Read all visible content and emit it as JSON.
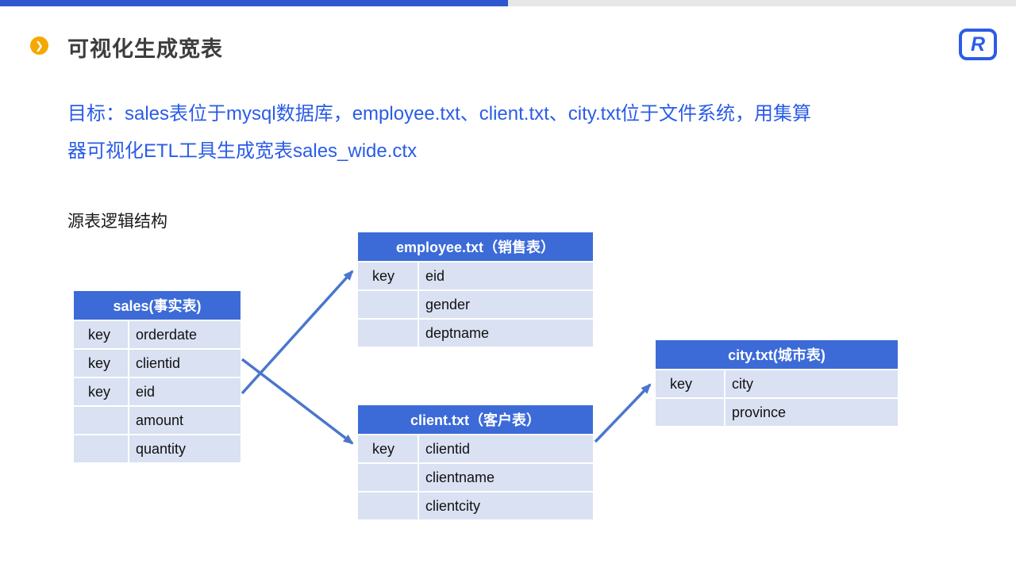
{
  "slide": {
    "title": "可视化生成宽表",
    "goal_line1": "目标：sales表位于mysql数据库，employee.txt、client.txt、city.txt位于文件系统，用集算",
    "goal_line2": "器可视化ETL工具生成宽表sales_wide.ctx",
    "section_label": "源表逻辑结构"
  },
  "icons": {
    "bullet_glyph": "❯",
    "logo_letter": "R"
  },
  "tables": {
    "sales": {
      "title": "sales(事实表)",
      "rows": [
        {
          "key": "key",
          "field": "orderdate"
        },
        {
          "key": "key",
          "field": "clientid"
        },
        {
          "key": "key",
          "field": "eid"
        },
        {
          "key": "",
          "field": "amount"
        },
        {
          "key": "",
          "field": "quantity"
        }
      ]
    },
    "employee": {
      "title": "employee.txt（销售表）",
      "rows": [
        {
          "key": "key",
          "field": "eid"
        },
        {
          "key": "",
          "field": "gender"
        },
        {
          "key": "",
          "field": "deptname"
        }
      ]
    },
    "client": {
      "title": "client.txt（客户表）",
      "rows": [
        {
          "key": "key",
          "field": "clientid"
        },
        {
          "key": "",
          "field": "clientname"
        },
        {
          "key": "",
          "field": "clientcity"
        }
      ]
    },
    "city": {
      "title": "city.txt(城市表)",
      "rows": [
        {
          "key": "key",
          "field": "city"
        },
        {
          "key": "",
          "field": "province"
        }
      ]
    }
  },
  "colors": {
    "table_header_blue": "#3c6bd8",
    "table_row_bg": "#d9e1f2",
    "goal_text_blue": "#2b5ce6",
    "arrow_blue": "#4a76cc",
    "bullet_orange": "#f5a800",
    "topbar_blue": "#2e57d0",
    "topbar_gray": "#e7e7e7",
    "title_gray": "#3d3d3d"
  }
}
